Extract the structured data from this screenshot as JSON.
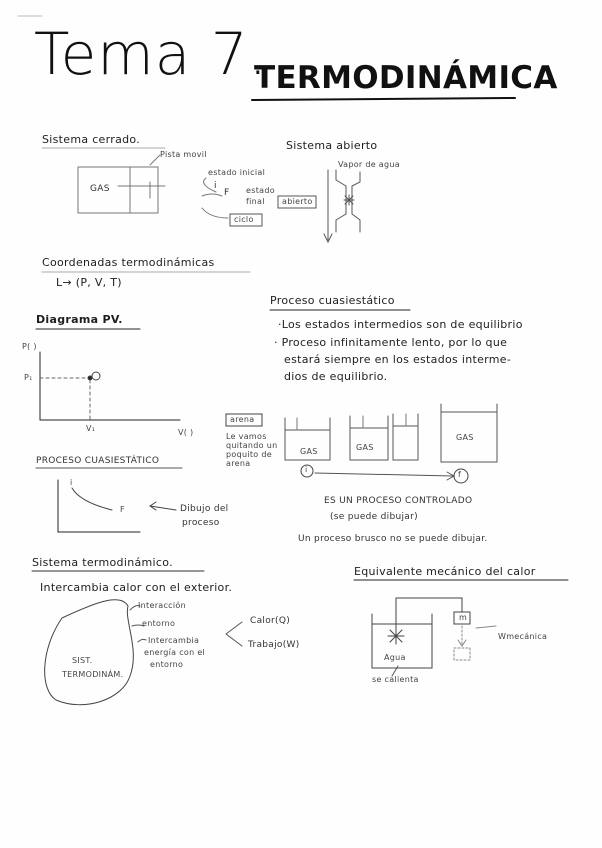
{
  "title": {
    "tema": "Tema 7.",
    "subject": "TERMODINÁMICA"
  },
  "sistema_cerrado": {
    "heading": "Sistema cerrado.",
    "box_label": "GAS",
    "piston_label": "Pista movil",
    "estado_inicial": "estado inicial",
    "i_label": "i",
    "f_label": "F",
    "estado_final_1": "estado",
    "estado_final_2": "final",
    "abierto": "abierto",
    "ciclo": "ciclo"
  },
  "sistema_abierto": {
    "heading": "Sistema abierto",
    "vapor": "Vapor de agua"
  },
  "coordenadas": {
    "heading": "Coordenadas termodinámicas",
    "formula": "L→ (P, V, T)"
  },
  "cuasiestatico": {
    "heading": "Proceso cuasiestático",
    "bullet1": "·Los estados intermedios son de equilibrio",
    "bullet2_l1": "· Proceso infinitamente lento, por lo que",
    "bullet2_l2": "estará siempre en los estados interme-",
    "bullet2_l3": "dios de equilibrio.",
    "arena": "arena",
    "arena_note_l1": "Le vamos",
    "arena_note_l2": "quitando un",
    "arena_note_l3": "poquito de",
    "arena_note_l4": "arena",
    "gas": "GAS",
    "i_label": "i",
    "f_label": "f",
    "controlado_l1": "ES UN PROCESO CONTROLADO",
    "controlado_l2": "(se puede dibujar)",
    "brusco": "Un proceso brusco no se puede dibujar."
  },
  "diagrama_pv": {
    "heading": "Diagrama PV.",
    "y_axis": "P( )",
    "x_axis": "V( )",
    "p1": "P₁",
    "v1": "V₁",
    "point": "①"
  },
  "proceso_cuasiestatico_graph": {
    "heading": "PROCESO CUASIESTÁTICO",
    "i_label": "i",
    "f_label": "F",
    "note_l1": "Dibujo del",
    "note_l2": "proceso"
  },
  "sistema_termodinamico": {
    "heading": "Sistema termodinámico.",
    "subheading": "Intercambia calor con el exterior.",
    "interaccion": "Interacción",
    "entorno": "entorno",
    "intercambia_l1": "Intercambia",
    "intercambia_l2": "energía con el",
    "intercambia_l3": "entorno",
    "sist_l1": "SIST.",
    "sist_l2": "TERMODINÁM.",
    "calor": "Calor(Q)",
    "trabajo": "Trabajo(W)"
  },
  "equivalente": {
    "heading": "Equivalente mecánico del calor",
    "m": "m",
    "w": "Wmecánica",
    "agua": "Agua",
    "calienta": "se calienta"
  }
}
